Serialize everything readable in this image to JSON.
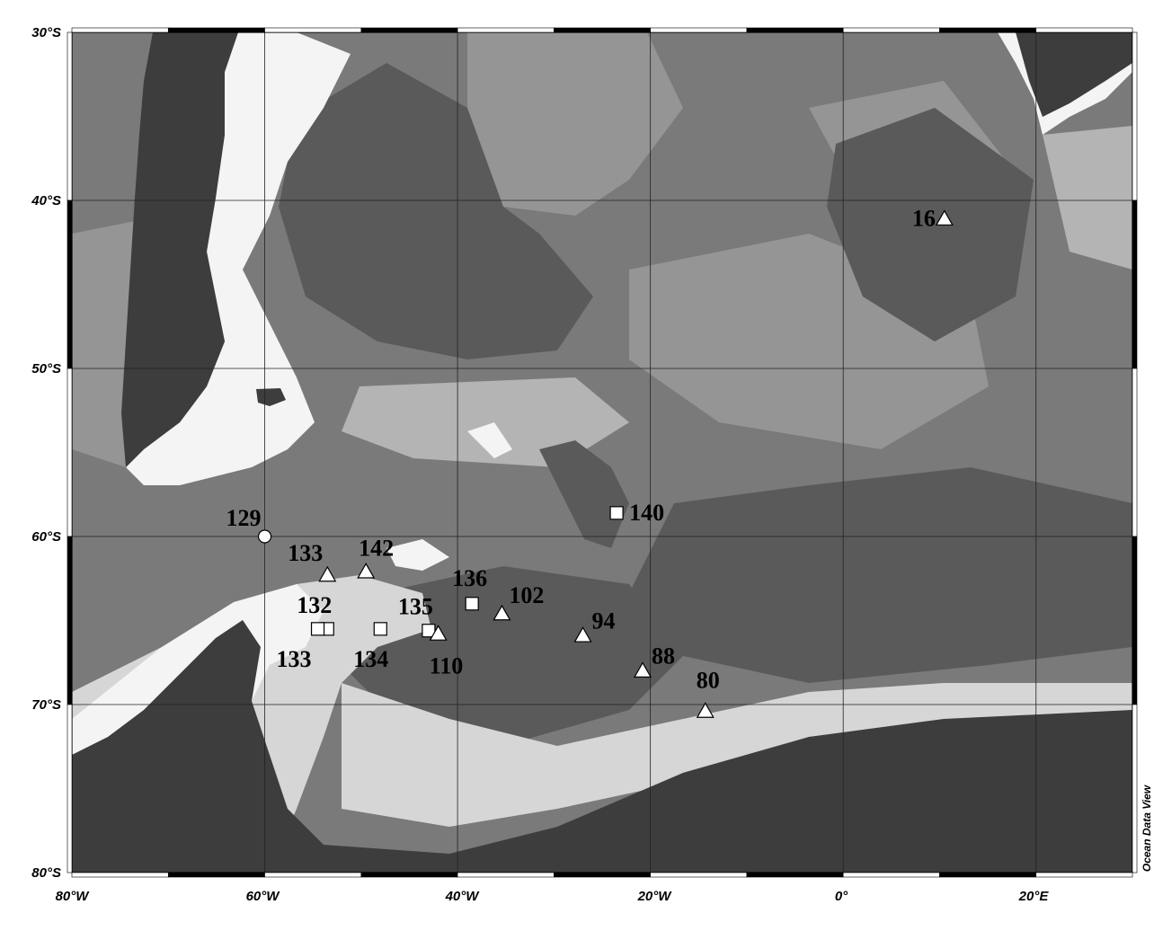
{
  "map": {
    "credit": "Ocean Data View",
    "lat_axis": [
      "30°S",
      "40°S",
      "50°S",
      "60°S",
      "70°S",
      "80°S"
    ],
    "lon_axis": [
      "80°W",
      "60°W",
      "40°W",
      "20°W",
      "0°",
      "20°E"
    ],
    "colors": {
      "land": "#3d3d3d",
      "deep": "#5a5a5a",
      "mid": "#7a7a7a",
      "mid_light": "#959595",
      "light": "#b4b4b4",
      "shelf": "#d6d6d6",
      "shallow": "#f4f4f4",
      "grid": "#222222"
    },
    "stations": [
      {
        "label": "16",
        "lon": 10.5,
        "lat": -41.1,
        "shape": "triangle"
      },
      {
        "label": "140",
        "lon": -23.5,
        "lat": -58.6,
        "shape": "square"
      },
      {
        "label": "129",
        "lon": -60.0,
        "lat": -60.0,
        "shape": "circle"
      },
      {
        "label": "133",
        "lon": -53.5,
        "lat": -62.3,
        "shape": "triangle"
      },
      {
        "label": "142",
        "lon": -49.5,
        "lat": -62.1,
        "shape": "triangle"
      },
      {
        "label": "136",
        "lon": -38.5,
        "lat": -64.0,
        "shape": "square"
      },
      {
        "label": "102",
        "lon": -35.4,
        "lat": -64.6,
        "shape": "triangle"
      },
      {
        "label": "132",
        "lon": -53.5,
        "lat": -65.5,
        "shape": "square"
      },
      {
        "label": "133",
        "lon": -54.5,
        "lat": -65.5,
        "shape": "square"
      },
      {
        "label": "134",
        "lon": -48.0,
        "lat": -65.5,
        "shape": "square"
      },
      {
        "label": "135",
        "lon": -43.0,
        "lat": -65.6,
        "shape": "square"
      },
      {
        "label": "110",
        "lon": -42.0,
        "lat": -65.8,
        "shape": "triangle"
      },
      {
        "label": "94",
        "lon": -27.0,
        "lat": -65.9,
        "shape": "triangle"
      },
      {
        "label": "88",
        "lon": -20.8,
        "lat": -68.0,
        "shape": "triangle"
      },
      {
        "label": "80",
        "lon": -14.3,
        "lat": -70.4,
        "shape": "triangle"
      }
    ]
  }
}
